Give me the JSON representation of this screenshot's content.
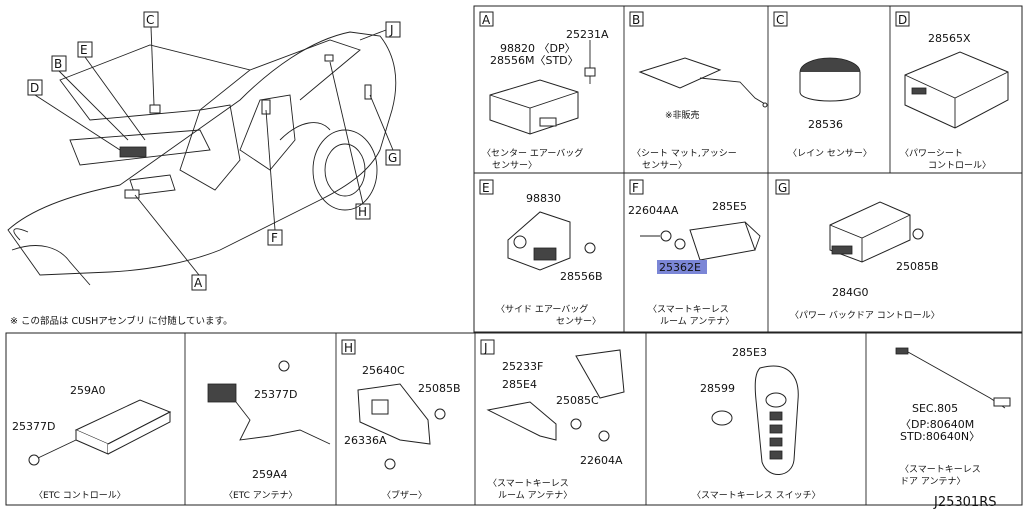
{
  "diagram_id": "J25301RS",
  "note": "※ この部品は CUSHアセンブリ に付随しています。",
  "overview": {
    "callouts": [
      "A",
      "B",
      "C",
      "D",
      "E",
      "F",
      "G",
      "H",
      "J"
    ]
  },
  "panels": {
    "A": {
      "letter": "A",
      "parts": [
        "25231A",
        "98820 〈DP〉",
        "28556M〈STD〉"
      ],
      "caption": [
        "〈センター エアーバッグ",
        "センサー〉"
      ]
    },
    "B": {
      "letter": "B",
      "note": "※非販売",
      "caption": [
        "〈シート マット,アッシー",
        "センサー〉"
      ]
    },
    "C": {
      "letter": "C",
      "parts": [
        "28536"
      ],
      "caption": [
        "〈レイン センサー〉"
      ]
    },
    "D": {
      "letter": "D",
      "parts": [
        "28565X"
      ],
      "caption": [
        "〈パワーシート",
        "コントロール〉"
      ]
    },
    "E": {
      "letter": "E",
      "parts": [
        "98830",
        "28556B"
      ],
      "caption": [
        "〈サイド エアーバッグ",
        "センサー〉"
      ]
    },
    "F": {
      "letter": "F",
      "parts": [
        "22604AA",
        "285E5",
        "25362E"
      ],
      "caption": [
        "〈スマートキーレス",
        "ルーム アンテナ〉"
      ]
    },
    "G": {
      "letter": "G",
      "parts": [
        "25085B",
        "284G0"
      ],
      "caption": [
        "〈パワー バックドア コントロール〉"
      ]
    },
    "etc_control": {
      "parts": [
        "259A0",
        "25377D"
      ],
      "caption": [
        "〈ETC コントロール〉"
      ]
    },
    "etc_antenna": {
      "parts": [
        "25377D",
        "259A4"
      ],
      "caption": [
        "〈ETC アンテナ〉"
      ]
    },
    "H": {
      "letter": "H",
      "parts": [
        "25640C",
        "25085B",
        "26336A"
      ],
      "caption": [
        "〈ブザー〉"
      ]
    },
    "J": {
      "letter": "J",
      "parts": [
        "25233F",
        "285E4",
        "25085C",
        "22604A"
      ],
      "caption": [
        "〈スマートキーレス",
        "ルーム アンテナ〉"
      ]
    },
    "switch": {
      "parts": [
        "285E3",
        "28599"
      ],
      "caption": [
        "〈スマートキーレス スイッチ〉"
      ]
    },
    "door_antenna": {
      "parts": [
        "SEC.805",
        "〈DP:80640M",
        "STD:80640N〉"
      ],
      "caption": [
        "〈スマートキーレス",
        "ドア アンテナ〉"
      ]
    }
  },
  "colors": {
    "highlight": "#7b86d6",
    "line": "#222222"
  }
}
